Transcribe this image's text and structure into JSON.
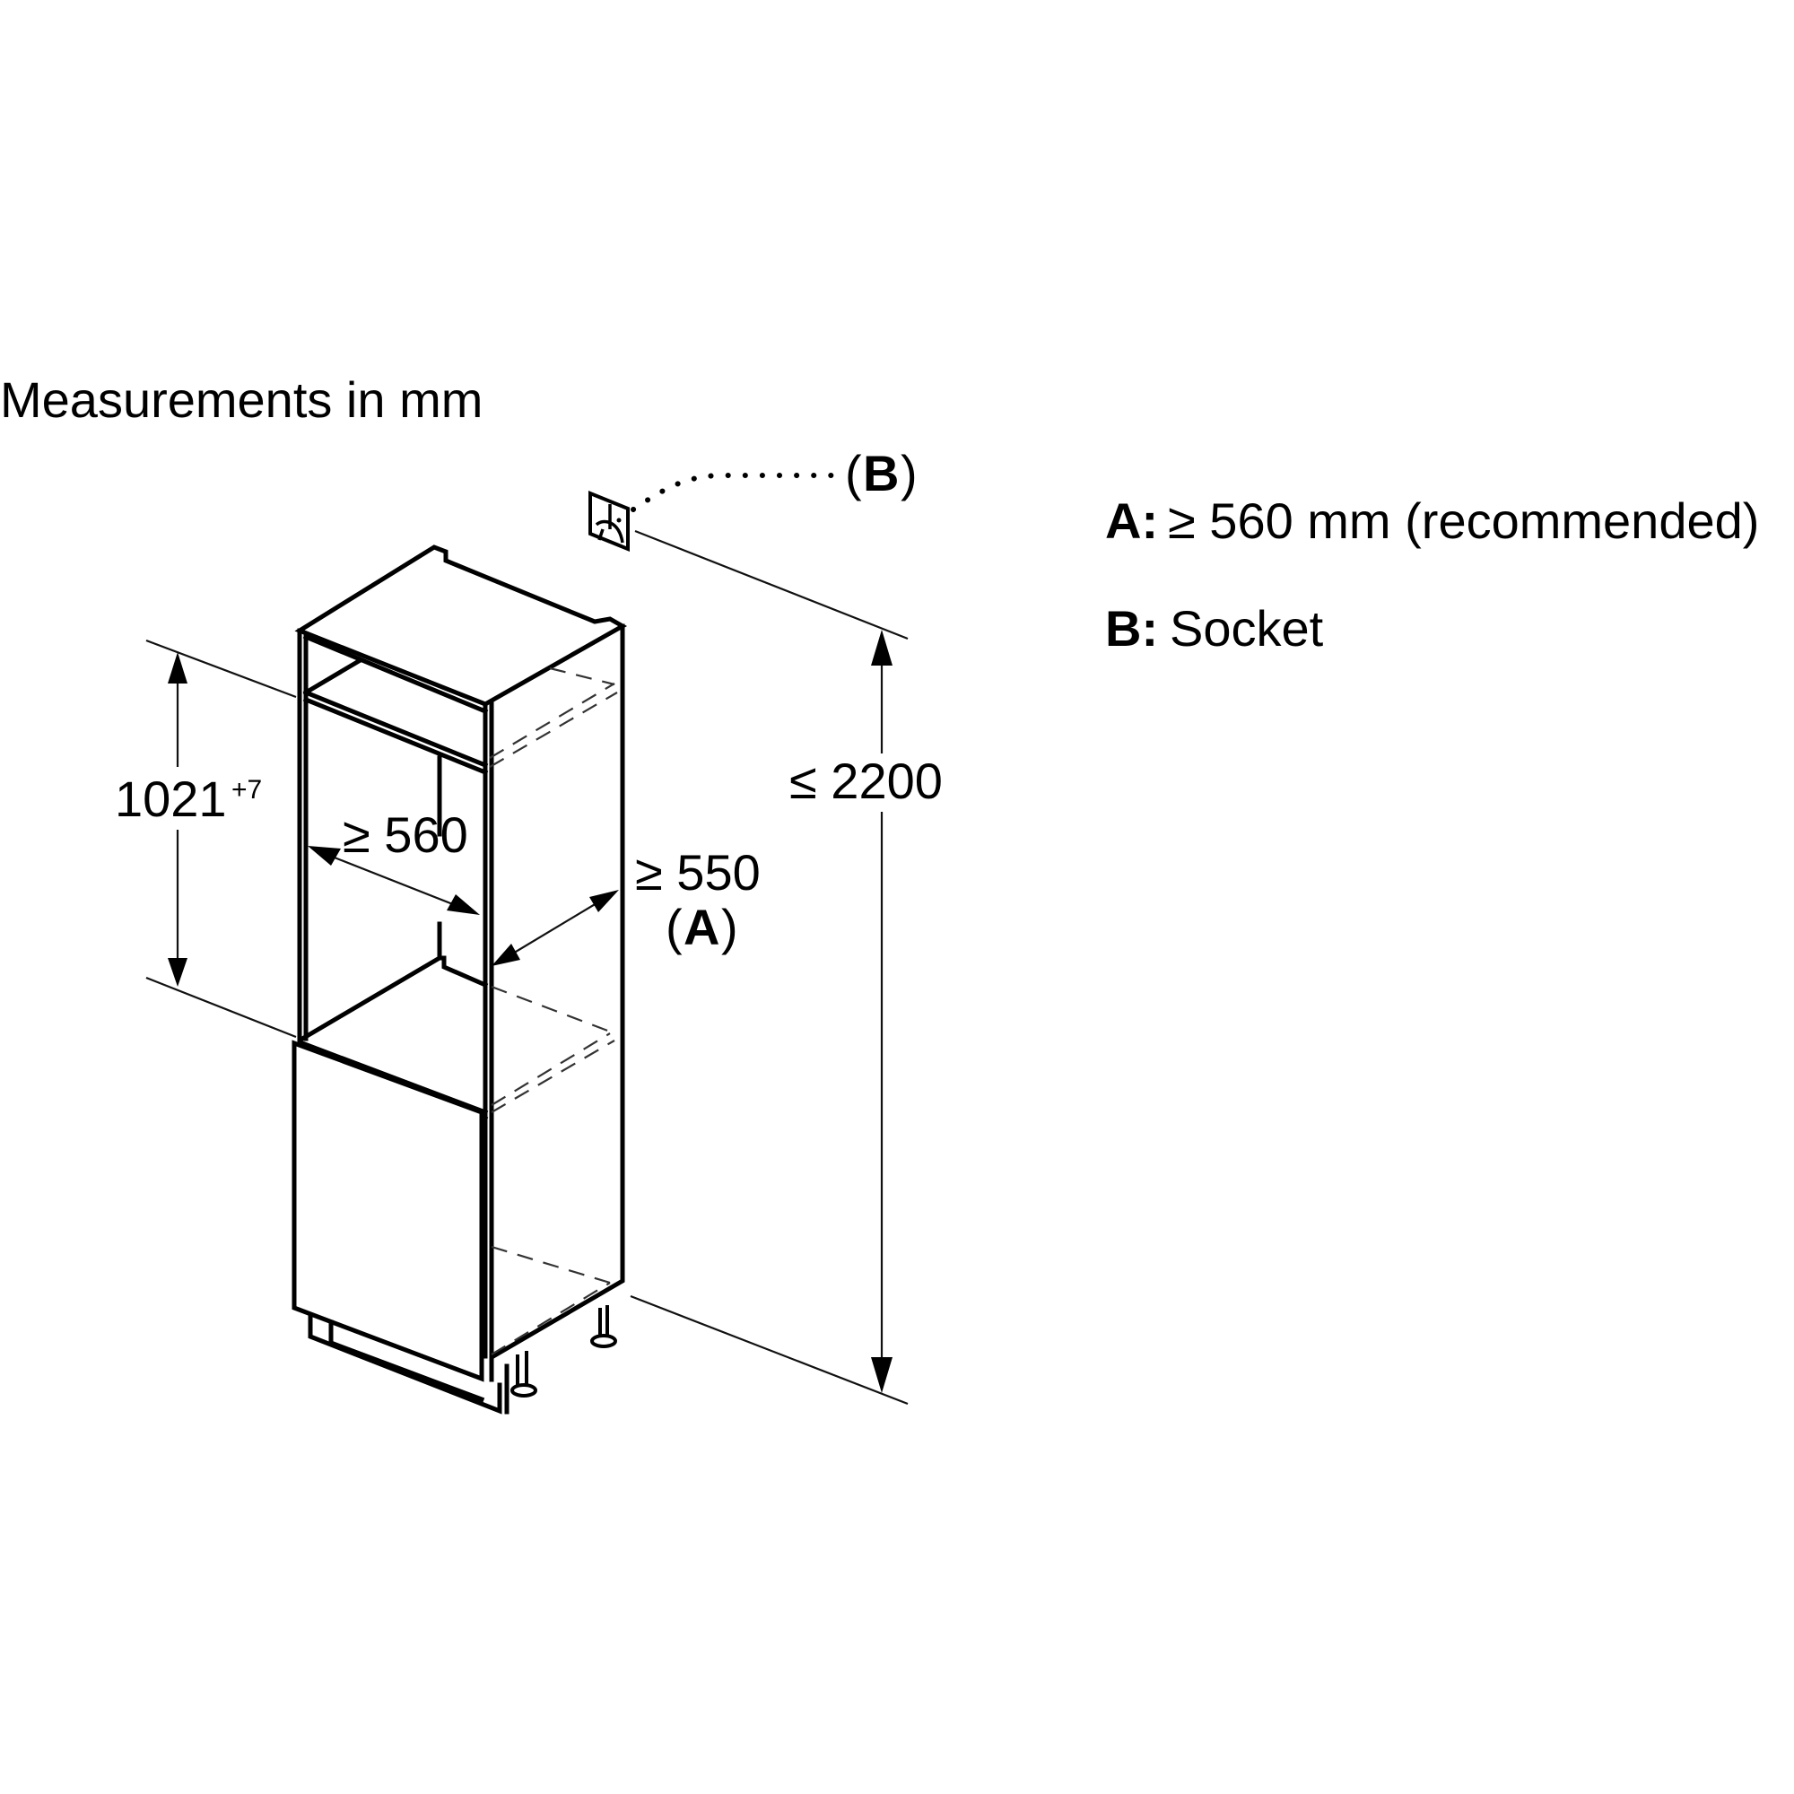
{
  "title": "Measurements in mm",
  "legend": [
    {
      "key": "A:",
      "text": "≥ 560 mm (recommended)"
    },
    {
      "key": "B:",
      "text": "Socket"
    }
  ],
  "callouts": {
    "socket": {
      "open": "(",
      "key": "B",
      "close": ")"
    },
    "ventilation": {
      "value": "≥ 550",
      "open": "(",
      "key": "A",
      "close": ")"
    }
  },
  "dimensions": {
    "niche_height": {
      "value": "1021",
      "tolerance": "+7"
    },
    "niche_width": {
      "value": "≥ 560"
    },
    "niche_depth": {
      "value": "≥ 550"
    },
    "total_height": {
      "value": "≤ 2200"
    }
  },
  "icons": {
    "socket": "socket-icon"
  },
  "colors": {
    "line": "#000000",
    "dashed": "#333333",
    "background": "#ffffff"
  }
}
